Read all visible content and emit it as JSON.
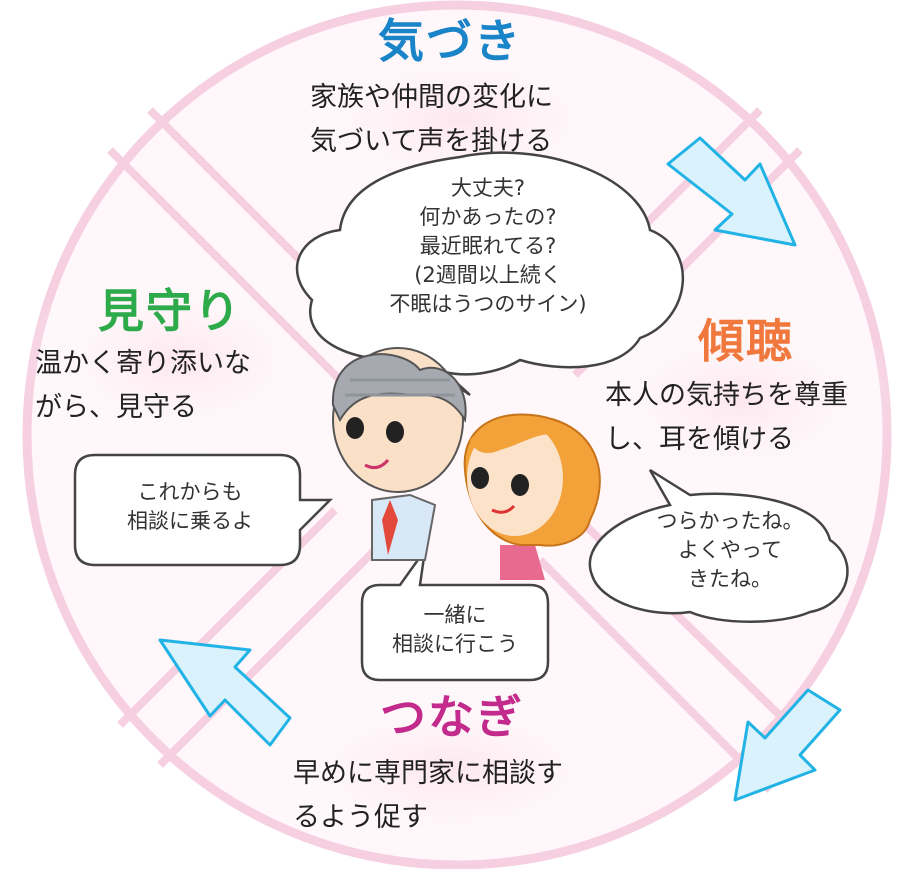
{
  "colors": {
    "ring": "#f6cfe0",
    "ring_fill": "#fdeef4",
    "arrow_fill": "#d9f2fb",
    "arrow_stroke": "#22b3e6",
    "kizuki": "#1a84c8",
    "keichou": "#f0783c",
    "tsunagi": "#c22a8b",
    "mimamori": "#2daa4a"
  },
  "sections": {
    "kizuki": {
      "heading": "気づき",
      "lines": [
        "家族や仲間の変化に",
        "気づいて声を掛ける"
      ]
    },
    "keichou": {
      "heading": "傾聴",
      "lines": [
        "本人の気持ちを尊重",
        "し、耳を傾ける"
      ]
    },
    "tsunagi": {
      "heading": "つなぎ",
      "lines": [
        "早めに専門家に相談す",
        "るよう促す"
      ]
    },
    "mimamori": {
      "heading": "見守り",
      "lines": [
        "温かく寄り添いな",
        "がら、見守る"
      ]
    }
  },
  "bubbles": {
    "top": [
      "大丈夫?",
      "何かあったの?",
      "最近眠れてる?",
      "(2週間以上続く",
      "不眠はうつのサイン)"
    ],
    "right": [
      "つらかったね。",
      "よくやって",
      "きたね。"
    ],
    "left": [
      "これからも",
      "相談に乗るよ"
    ],
    "bottom": [
      "一緒に",
      "相談に行こう"
    ]
  },
  "icons": {
    "arrows": [
      "arrow-down-right-icon",
      "arrow-down-left-icon",
      "arrow-up-left-icon"
    ],
    "people": [
      "older-man-illustration",
      "woman-illustration"
    ]
  }
}
